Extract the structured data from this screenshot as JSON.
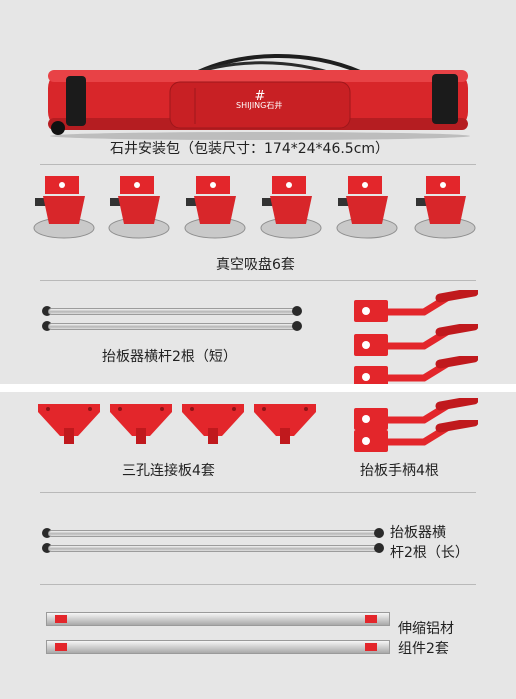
{
  "items": {
    "bag_label": "石井安装包（包装尺寸：174*24*46.5cm）",
    "bag_logo": "SHIJING石井",
    "suction_label": "真空吸盘6套",
    "short_bar_label": "抬板器横杆2根（短）",
    "handle_label": "抬板手柄4根",
    "plate_label": "三孔连接板4套",
    "long_bar_label_line1": "抬板器横",
    "long_bar_label_line2": "杆2根（长）",
    "alu_label_line1": "伸缩铝材",
    "alu_label_line2": "组件2套"
  },
  "colors": {
    "brand_red": "#e3262b",
    "background": "#e6e6e6"
  }
}
